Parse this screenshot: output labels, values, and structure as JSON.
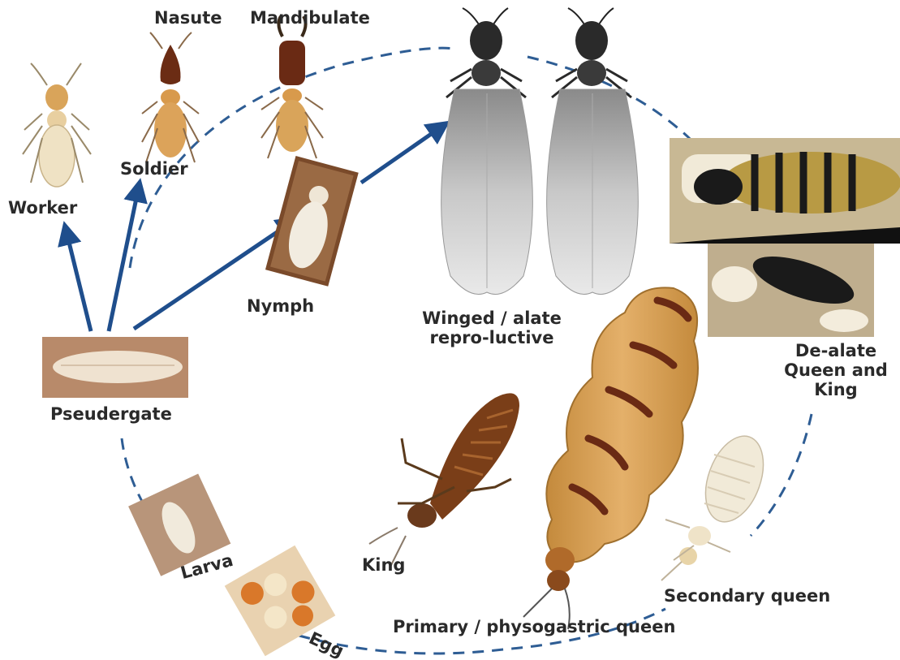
{
  "diagram": {
    "labels": {
      "nasute": "Nasute",
      "mandibulate": "Mandibulate",
      "soldier": "Soldier",
      "worker": "Worker",
      "nymph": "Nymph",
      "winged_line1": "Winged / alate",
      "winged_line2": "repro-luctive",
      "dealate_line1": "De-alate",
      "dealate_line2": "Queen and",
      "dealate_line3": "King",
      "pseudergate": "Pseudergate",
      "larva": "Larva",
      "egg": "Egg",
      "king": "King",
      "secondary_queen": "Secondary queen",
      "primary_queen": "Primary / physogastric queen"
    },
    "colors": {
      "arrow": "#1f4e8c",
      "cycle_dash": "#2e5d94",
      "background": "#ffffff",
      "label_text": "#2a2a2a"
    }
  }
}
